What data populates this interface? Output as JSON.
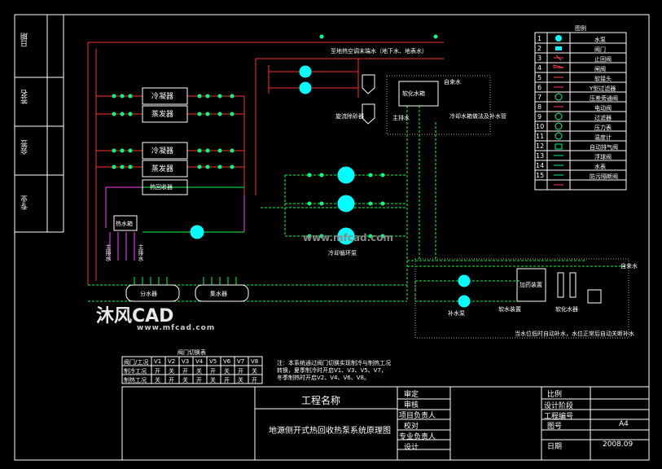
{
  "side_labels": [
    "日期",
    "签名",
    "会签",
    "专业"
  ],
  "legend": {
    "title": "图例",
    "items": [
      {
        "num": "1",
        "label": "水泵"
      },
      {
        "num": "2",
        "label": "阀门"
      },
      {
        "num": "3",
        "label": "止回阀"
      },
      {
        "num": "4",
        "label": "闸阀"
      },
      {
        "num": "5",
        "label": "软接头"
      },
      {
        "num": "6",
        "label": "Y型过滤器"
      },
      {
        "num": "7",
        "label": "压差旁通阀"
      },
      {
        "num": "8",
        "label": "电动阀"
      },
      {
        "num": "9",
        "label": "过滤器"
      },
      {
        "num": "10",
        "label": "压力表"
      },
      {
        "num": "11",
        "label": "温度计"
      },
      {
        "num": "12",
        "label": "自动排气阀"
      },
      {
        "num": "13",
        "label": "浮球阀"
      },
      {
        "num": "14",
        "label": "水表"
      },
      {
        "num": "15",
        "label": "防污隔断阀"
      }
    ]
  },
  "equipment": {
    "condenser1": "冷凝器",
    "evaporator1": "蒸发器",
    "condenser2": "冷凝器",
    "evaporator2": "蒸发器",
    "heat_recovery": "热回收器",
    "hot_tank": "热水箱",
    "water_tank": "软化水箱",
    "dosing": "加药装置",
    "softener": "软化水器",
    "sand_filter": "旋流除砂器",
    "cooling_pump": "冷却循环泵",
    "makeup_pump": "补水泵",
    "soft_device": "软水装置",
    "main_water": "主排水",
    "tap_water": "自来水",
    "tap_water2": "自来水",
    "supply_header": "分水器",
    "return_header": "集水器",
    "user_note": "至地热空调末端水（地下水、地表水）",
    "tank_note": "冷却水箱做法及补水管",
    "makeup_note": "当水位低时自动补水，水位正常后自动关断补水",
    "drain1": "主排水",
    "drain2": "主排水"
  },
  "valve_table": {
    "title": "阀门切换表",
    "header": [
      "阀门/工况",
      "V1",
      "V2",
      "V3",
      "V4",
      "V5",
      "V6",
      "V7",
      "V8"
    ],
    "rows": [
      [
        "制冷工况",
        "开",
        "关",
        "开",
        "关",
        "开",
        "关",
        "开",
        "关"
      ],
      [
        "制热工况",
        "关",
        "开",
        "关",
        "开",
        "关",
        "开",
        "关",
        "开"
      ]
    ]
  },
  "notes": "注：本系统通过阀门切换实现制冷与制热工况转换，夏季制冷时开启V1、V3、V5、V7，冬季制热时开启V2、V4、V6、V8。",
  "title_block": {
    "project_label": "工程名称",
    "drawing_name": "地源侧开式热回收热泵系统原理图",
    "roles": [
      "审定",
      "审核",
      "项目负责人",
      "校对",
      "专业负责人",
      "设计"
    ],
    "scale_label": "比例",
    "stage_label": "设计阶段",
    "project_no_label": "工程编号",
    "drawing_no_label": "图号",
    "drawing_no": "A4",
    "date_label": "日期",
    "date": "2008.09"
  },
  "watermark": {
    "brand": "沐风CAD",
    "url": "www.mfcad.com",
    "center": "www.mfcad.com"
  }
}
